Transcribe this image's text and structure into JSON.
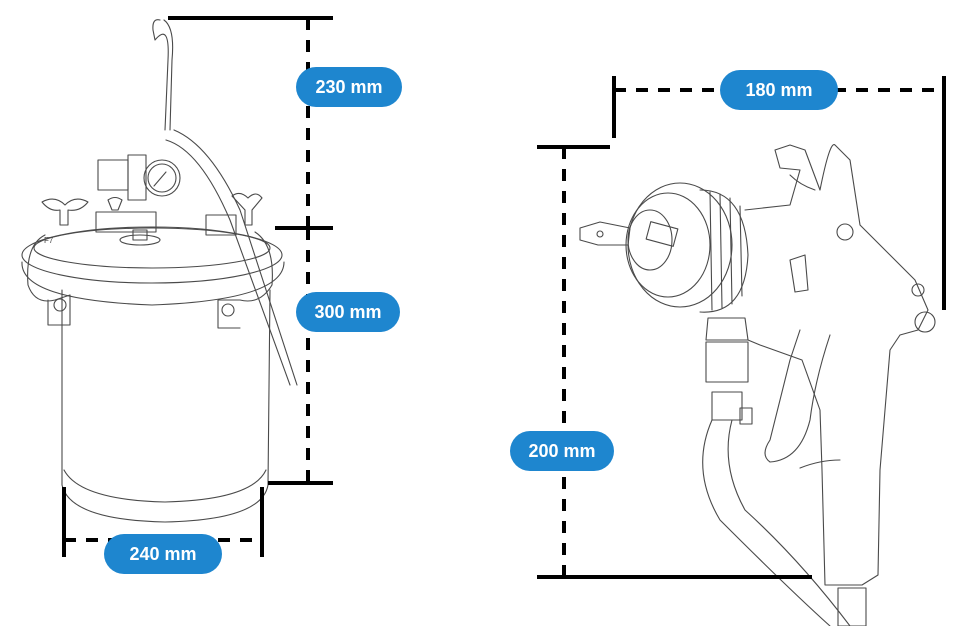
{
  "diagram": {
    "title": "Pressure tank and spray gun dimensions",
    "accent_color": "#1e86cf",
    "tank": {
      "name": "pressure-tank",
      "dimensions": {
        "hook_height": "230 mm",
        "body_height": "300 mm",
        "diameter": "240 mm"
      },
      "label_mark": "F7"
    },
    "spray_gun": {
      "name": "spray-gun",
      "dimensions": {
        "width": "180 mm",
        "height": "200 mm"
      }
    }
  }
}
